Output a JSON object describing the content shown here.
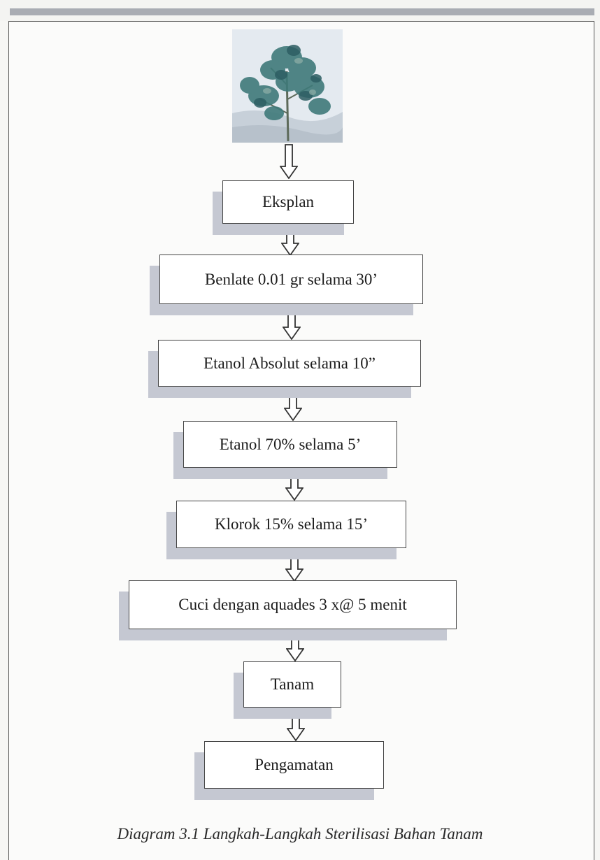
{
  "diagram": {
    "steps": [
      "Eksplan",
      "Benlate 0.01 gr selama 30’",
      "Etanol Absolut selama 10”",
      "Etanol 70% selama 5’",
      "Klorok 15% selama 15’",
      "Cuci dengan aquades 3 x@ 5 menit",
      "Tanam",
      "Pengamatan"
    ],
    "caption": "Diagram 3.1 Langkah-Langkah Sterilisasi Bahan Tanam",
    "image": "plant-seedling-photo"
  }
}
